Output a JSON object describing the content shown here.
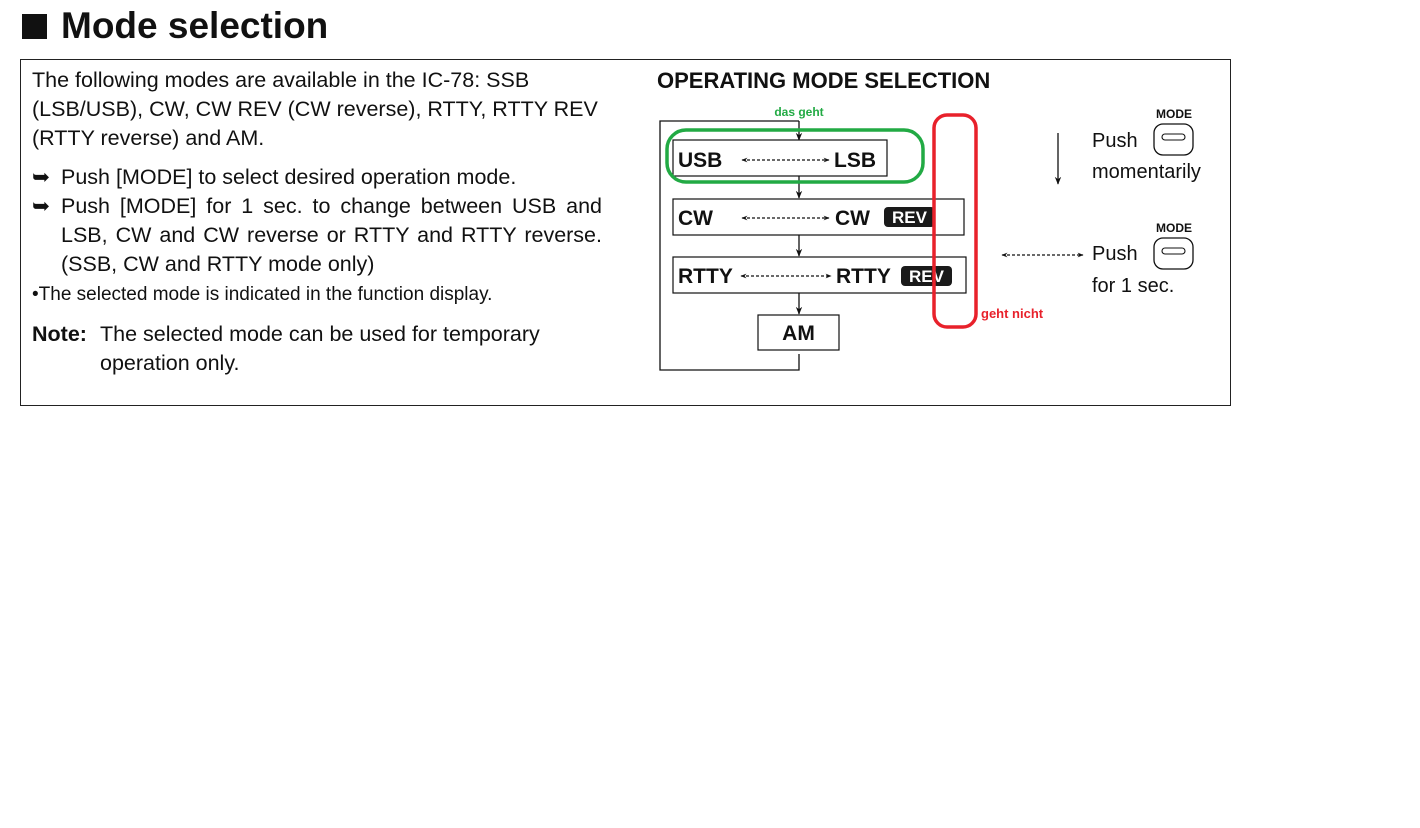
{
  "page": {
    "title": "Mode selection"
  },
  "text": {
    "intro": "The following modes are available in the IC-78: SSB (LSB/USB), CW, CW REV (CW reverse), RTTY, RTTY REV (RTTY reverse) and AM.",
    "step1": "Push [MODE] to select desired operation mode.",
    "step2": "Push [MODE] for 1 sec. to change between USB and LSB, CW and CW reverse or RTTY and RTTY reverse. (SSB, CW and RTTY mode only)",
    "step_arrow": "➥",
    "bullet": "•The selected mode is indicated in the function display.",
    "note_label": "Note:",
    "note_text": "The selected mode can be used for temporary operation only."
  },
  "diagram": {
    "title": "OPERATING MODE SELECTION",
    "modes": {
      "usb": "USB",
      "lsb": "LSB",
      "cw": "CW",
      "cw_rev": "CW",
      "rtty": "RTTY",
      "rtty_rev": "RTTY",
      "am": "AM",
      "rev_badge": "REV"
    },
    "legend": {
      "mode_key_label": "MODE",
      "push": "Push",
      "momentarily": "momentarily",
      "for_1_sec": "for 1 sec."
    },
    "annotations": {
      "works": "das geht",
      "does_not_work": "geht nicht"
    },
    "colors": {
      "works": "#22aa44",
      "does_not_work": "#e8212b",
      "ink": "#111111"
    }
  }
}
